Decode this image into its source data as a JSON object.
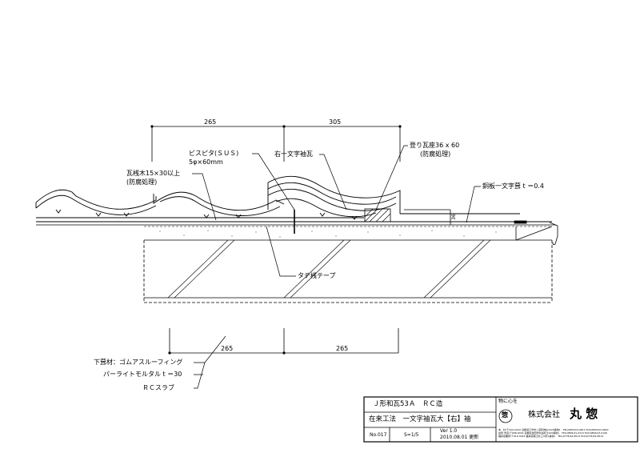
{
  "dimensions": {
    "top": [
      "265",
      "305"
    ],
    "bottom": [
      "265",
      "265"
    ],
    "height_36": "36"
  },
  "labels": {
    "batten": [
      "瓦桟木15×30以上",
      "(防腐処理)"
    ],
    "screw": [
      "ビスピタ(ＳＵＳ)",
      "5φ×60mm"
    ],
    "ridge_tile": "右一文字袖瓦",
    "tile_seat": [
      "登り瓦座36 x 60",
      "(防腐処理)"
    ],
    "copper": "銅板一文字葺 t ＝0.4",
    "tape": "タテ桟テープ",
    "underlay": "下葺材：ゴムアスルーフィング",
    "mortar": "パーライトモルタル t ＝30",
    "slab": "ＲＣスラブ"
  },
  "title_block": {
    "row1": "Ｊ形和瓦53Ａ　ＲＣ造",
    "row2": "在来工法　一文字袖瓦大【右】袖",
    "number": "No.017",
    "scale": "S=1/5",
    "version": "Ver 1.0",
    "date": "2010.08.01 更新",
    "motto": "物に心を",
    "logo_char": "惣",
    "company": "株式会社",
    "company_name": "丸 惣",
    "address_lines": [
      "本　社/〒XXX-XXXX 島根県江津市二宮町神主1020番地1　TEL(0855)53-0811 FAX(0855)53-0822",
      "益田 支店/〒698-0032 島根県益田市中島町ロ232番地1　TEL(0856)31-0313 FAX(0856)23-0199",
      "福井営業所/〒916-0016 福井県鯖江市三六町2番地1　TEL(0778)54-8513 FAX(0778)54-8514"
    ]
  }
}
